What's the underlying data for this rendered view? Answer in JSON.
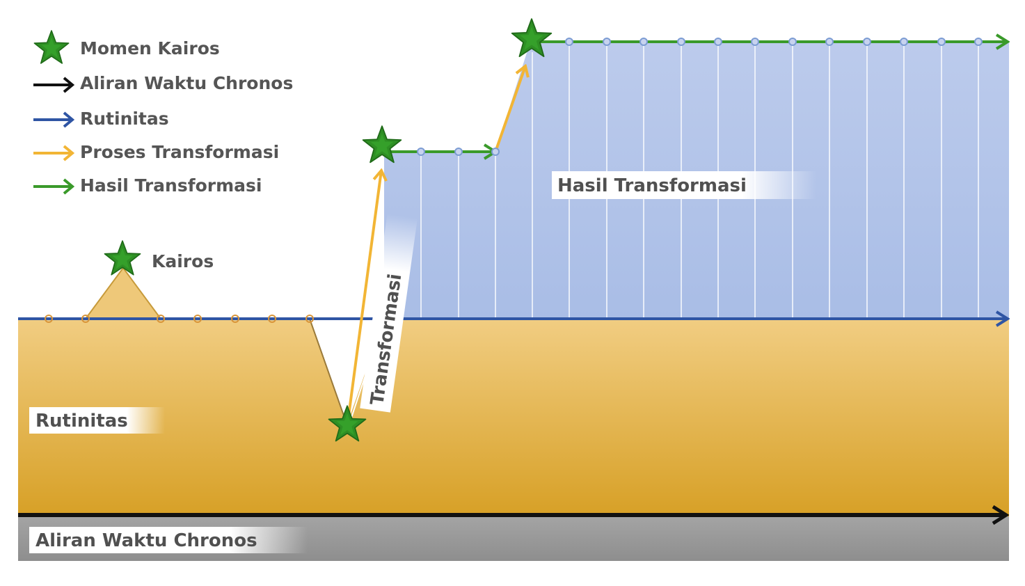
{
  "legend": {
    "kairos_moment": "Momen Kairos",
    "chronos_flow": "Aliran Waktu Chronos",
    "routine": "Rutinitas",
    "transformation_process": "Proses Transformasi",
    "transformation_result": "Hasil Transformasi"
  },
  "labels": {
    "kairos": "Kairos",
    "transformasi": "Transformasi",
    "hasil_transformasi": "Hasil Transformasi",
    "rutinitas": "Rutinitas",
    "aliran_waktu_chronos": "Aliran Waktu Chronos"
  },
  "colors": {
    "chronos": "#111111",
    "routine": "#2f55a4",
    "process": "#f2b535",
    "result": "#3a9a2a",
    "star": "#2e8f24",
    "routine_fill_top": "#f0c978",
    "routine_fill_bottom": "#d9a22b",
    "result_fill_top": "#b9c8ea",
    "result_fill_bottom": "#a7bce6",
    "time_band": "#9a9a9a"
  }
}
